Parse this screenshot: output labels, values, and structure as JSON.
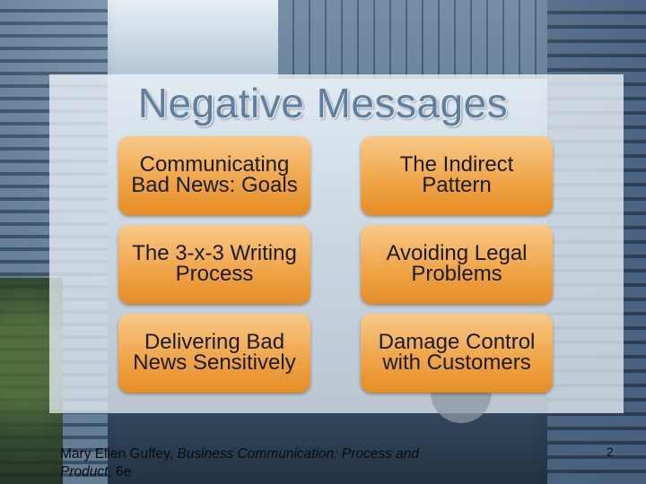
{
  "slide": {
    "title": "Negative Messages",
    "topics": [
      {
        "label": "Communicating\nBad News: Goals"
      },
      {
        "label": "The Indirect\nPattern"
      },
      {
        "label": "The 3-x-3 Writing\nProcess"
      },
      {
        "label": "Avoiding Legal\nProblems"
      },
      {
        "label": "Delivering Bad\nNews Sensitively"
      },
      {
        "label": "Damage Control\nwith Customers"
      }
    ],
    "footer": {
      "author": "Mary Ellen Guffey,",
      "book_part1": "Business Communication: Process and",
      "book_part2": "Product",
      "edition": ", 6e"
    },
    "page_number": "2"
  }
}
